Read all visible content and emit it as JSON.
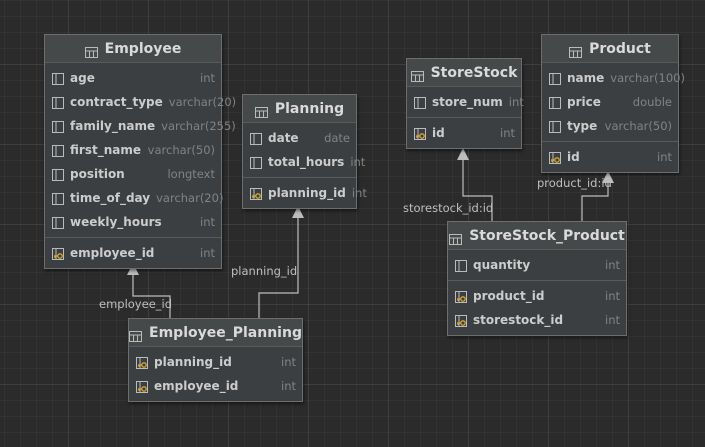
{
  "colors": {
    "background": "#2b2b2b",
    "table_background": "#3c3f41",
    "table_header": "#45494a",
    "border": "#6e6e6e",
    "connector": "#bdbdbd",
    "key_icon": "#d6a832"
  },
  "tables": {
    "employee": {
      "name": "Employee",
      "columns": [
        {
          "name": "age",
          "type": "int"
        },
        {
          "name": "contract_type",
          "type": "varchar(20)"
        },
        {
          "name": "family_name",
          "type": "varchar(255)"
        },
        {
          "name": "first_name",
          "type": "varchar(50)"
        },
        {
          "name": "position",
          "type": "longtext"
        },
        {
          "name": "time_of_day",
          "type": "varchar(20)"
        },
        {
          "name": "weekly_hours",
          "type": "int"
        }
      ],
      "keys": [
        {
          "name": "employee_id",
          "type": "int"
        }
      ]
    },
    "planning": {
      "name": "Planning",
      "columns": [
        {
          "name": "date",
          "type": "date"
        },
        {
          "name": "total_hours",
          "type": "int"
        }
      ],
      "keys": [
        {
          "name": "planning_id",
          "type": "int"
        }
      ]
    },
    "storestock": {
      "name": "StoreStock",
      "columns": [
        {
          "name": "store_num",
          "type": "int"
        }
      ],
      "keys": [
        {
          "name": "id",
          "type": "int"
        }
      ]
    },
    "product": {
      "name": "Product",
      "columns": [
        {
          "name": "name",
          "type": "varchar(100)"
        },
        {
          "name": "price",
          "type": "double"
        },
        {
          "name": "type",
          "type": "varchar(50)"
        }
      ],
      "keys": [
        {
          "name": "id",
          "type": "int"
        }
      ]
    },
    "employee_planning": {
      "name": "Employee_Planning",
      "columns": [],
      "keys": [
        {
          "name": "planning_id",
          "type": "int"
        },
        {
          "name": "employee_id",
          "type": "int"
        }
      ]
    },
    "storestock_product": {
      "name": "StoreStock_Product",
      "columns": [
        {
          "name": "quantity",
          "type": "int"
        }
      ],
      "keys": [
        {
          "name": "product_id",
          "type": "int"
        },
        {
          "name": "storestock_id",
          "type": "int"
        }
      ]
    }
  },
  "relations": [
    {
      "label": "employee_id",
      "from": "Employee_Planning",
      "to": "Employee"
    },
    {
      "label": "planning_id",
      "from": "Employee_Planning",
      "to": "Planning"
    },
    {
      "label": "storestock_id:id",
      "from": "StoreStock_Product",
      "to": "StoreStock"
    },
    {
      "label": "product_id:id",
      "from": "StoreStock_Product",
      "to": "Product"
    }
  ]
}
